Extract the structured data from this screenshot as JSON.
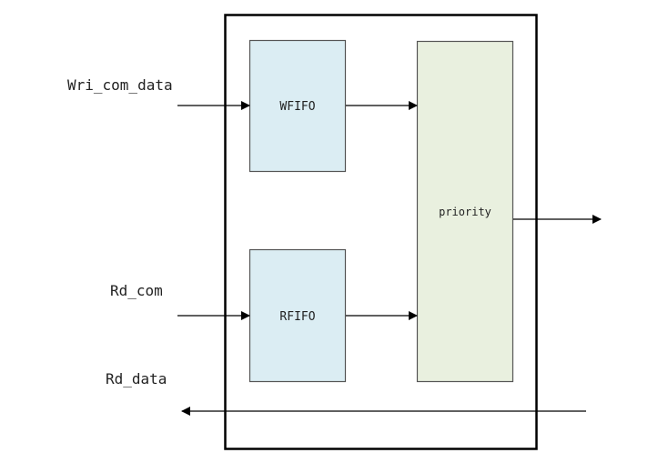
{
  "diagram": {
    "inputs": {
      "wri_com_data": "Wri_com_data",
      "rd_com": "Rd_com"
    },
    "outputs": {
      "rd_data": "Rd_data"
    },
    "blocks": {
      "wfifo": "WFIFO",
      "rfifo": "RFIFO",
      "priority": "priority"
    },
    "colors": {
      "fifo_fill": "#dbedf3",
      "priority_fill": "#e9f0df",
      "stroke": "#000000",
      "block_stroke": "#555555"
    }
  }
}
